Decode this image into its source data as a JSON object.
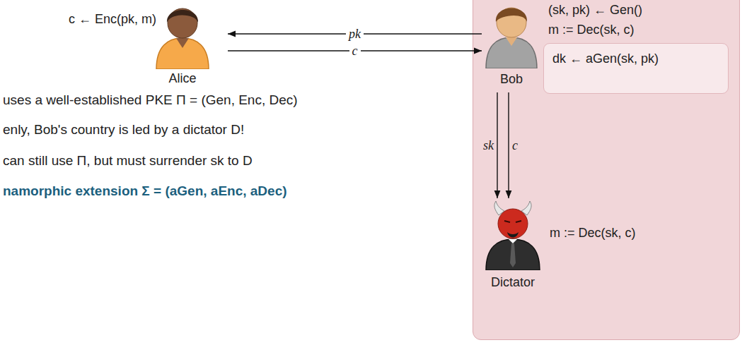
{
  "diagram": {
    "nodes": [
      {
        "text": [
          "c ← Enc(pk, m)",
          "Alice"
        ]
      },
      {
        "text": [
          "(sk, pk) ← Gen()",
          "m := Dec(sk, c)"
        ]
      },
      {
        "text": [
          "dk ← aGen(sk, pk)"
        ],
        "in": 1
      },
      {
        "text": [
          "Bob"
        ],
        "in": 1
      },
      {
        "text": [
          "m := Dec(sk, c)",
          "Dictator"
        ],
        "in": 1
      }
    ],
    "edges": [
      {
        "from": 3,
        "to": 0,
        "label": "pk",
        "arrow": "to"
      },
      {
        "from": 0,
        "to": 3,
        "label": "c",
        "arrow": "to"
      },
      {
        "from": 3,
        "to": 4,
        "label": "sk",
        "arrow": "to"
      },
      {
        "from": 3,
        "to": 4,
        "label": "c",
        "arrow": "to"
      }
    ],
    "labels": [
      "uses a well-established PKE Π = (Gen, Enc, Dec)",
      "enly, Bob's country is led by a dictator D!",
      "can still use Π, but must surrender sk to D",
      "namorphic extension Σ = (aGen, aEnc, aDec)"
    ]
  }
}
